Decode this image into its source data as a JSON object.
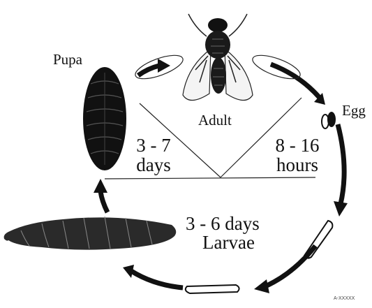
{
  "stages": {
    "pupa": "Pupa",
    "adult": "Adult",
    "egg": "Egg",
    "larvae": "Larvae"
  },
  "durations": {
    "pupa_line1": "3 - 7",
    "pupa_line2": "days",
    "egg_line1": "8 - 16",
    "egg_line2": "hours",
    "larvae": "3 - 6 days"
  },
  "credit": "A-XXXXX",
  "colors": {
    "ink": "#111111",
    "background": "#ffffff"
  },
  "icons": [
    "fly-adult-icon",
    "fly-pupa-icon",
    "fly-egg-icon",
    "fly-larva-icon",
    "cycle-arrow-icon"
  ]
}
